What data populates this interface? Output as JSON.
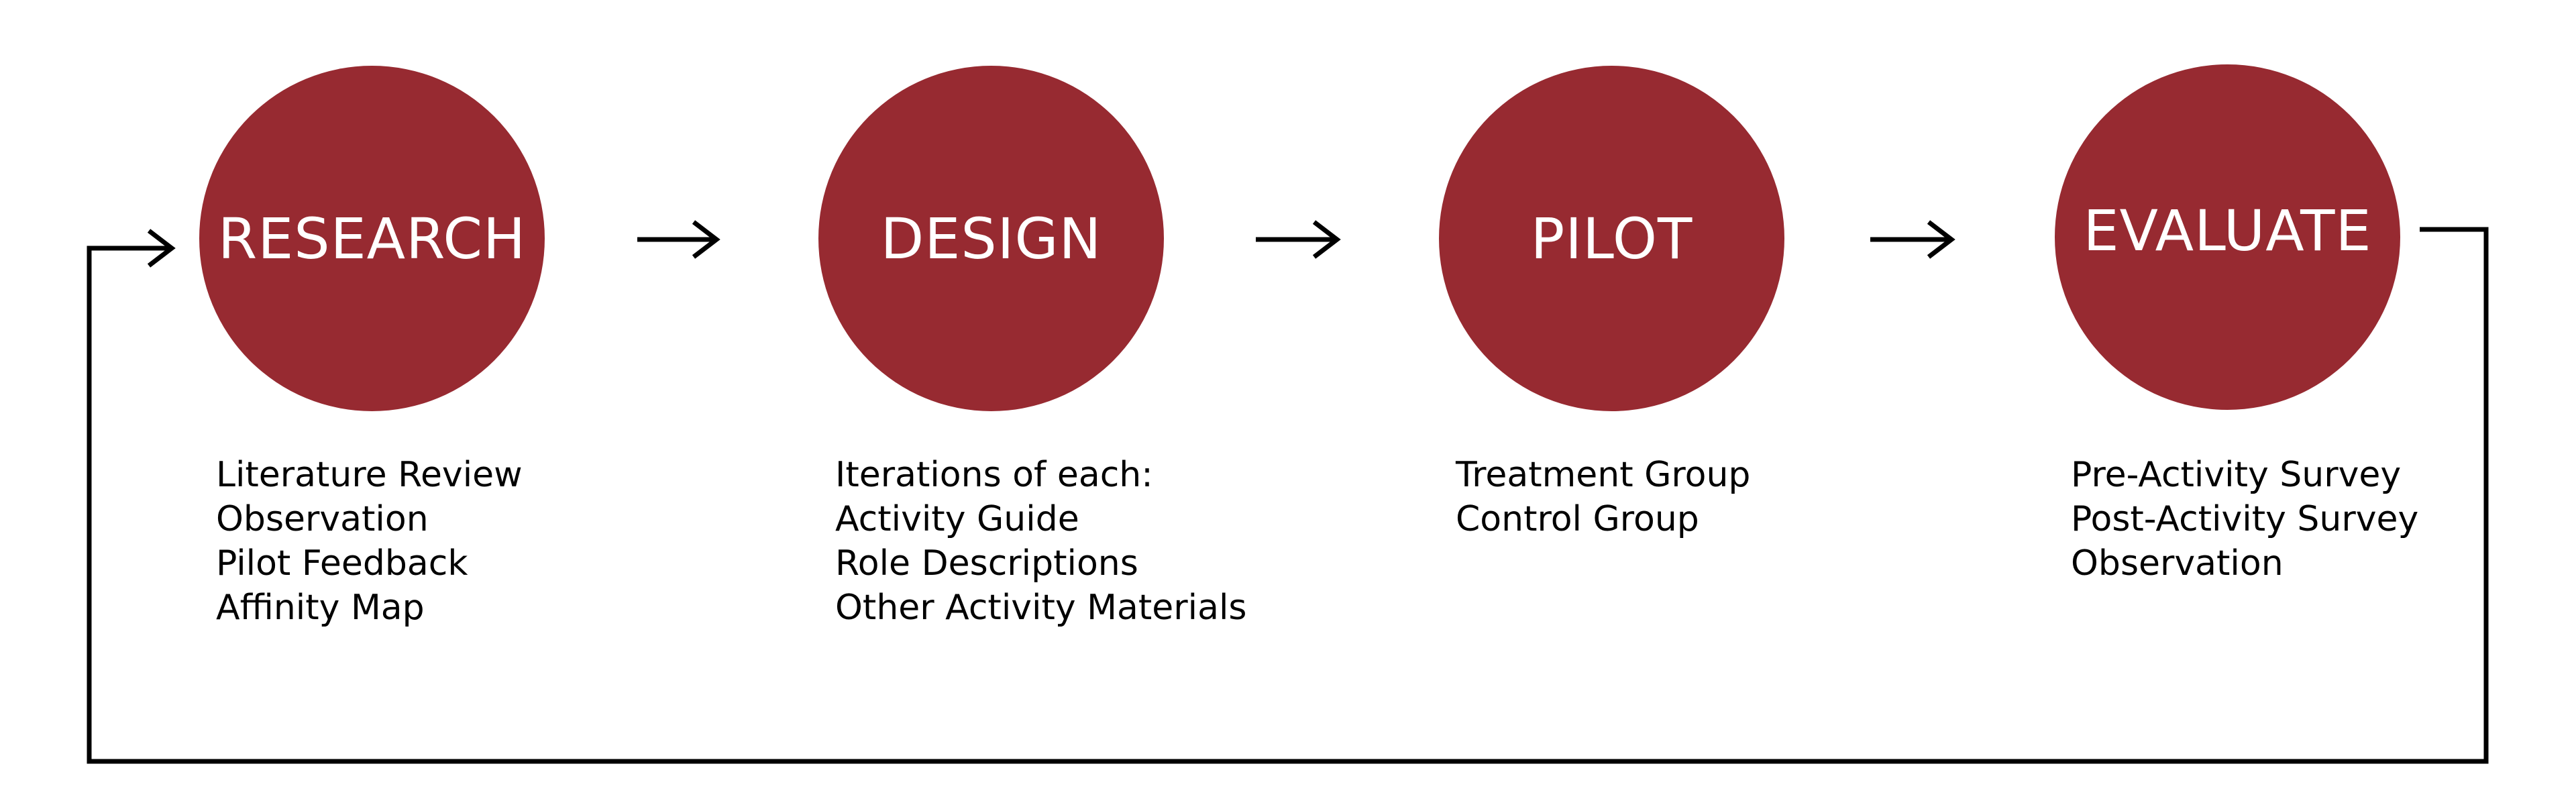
{
  "stages": [
    {
      "title": "RESEARCH",
      "items": [
        "Literature Review",
        "Observation",
        "Pilot Feedback",
        "Affinity Map"
      ]
    },
    {
      "title": "DESIGN",
      "items": [
        "Iterations of each:",
        "Activity Guide",
        "Role Descriptions",
        "Other Activity Materials"
      ]
    },
    {
      "title": "PILOT",
      "items": [
        "Treatment Group",
        "Control Group"
      ]
    },
    {
      "title": "EVALUATE",
      "items": [
        "Pre-Activity Survey",
        "Post-Activity Survey",
        "Observation"
      ]
    }
  ],
  "colors": {
    "circle": "#972a31",
    "circle_text": "#ffffff",
    "text": "#000000",
    "line": "#000000",
    "background": "#ffffff"
  }
}
